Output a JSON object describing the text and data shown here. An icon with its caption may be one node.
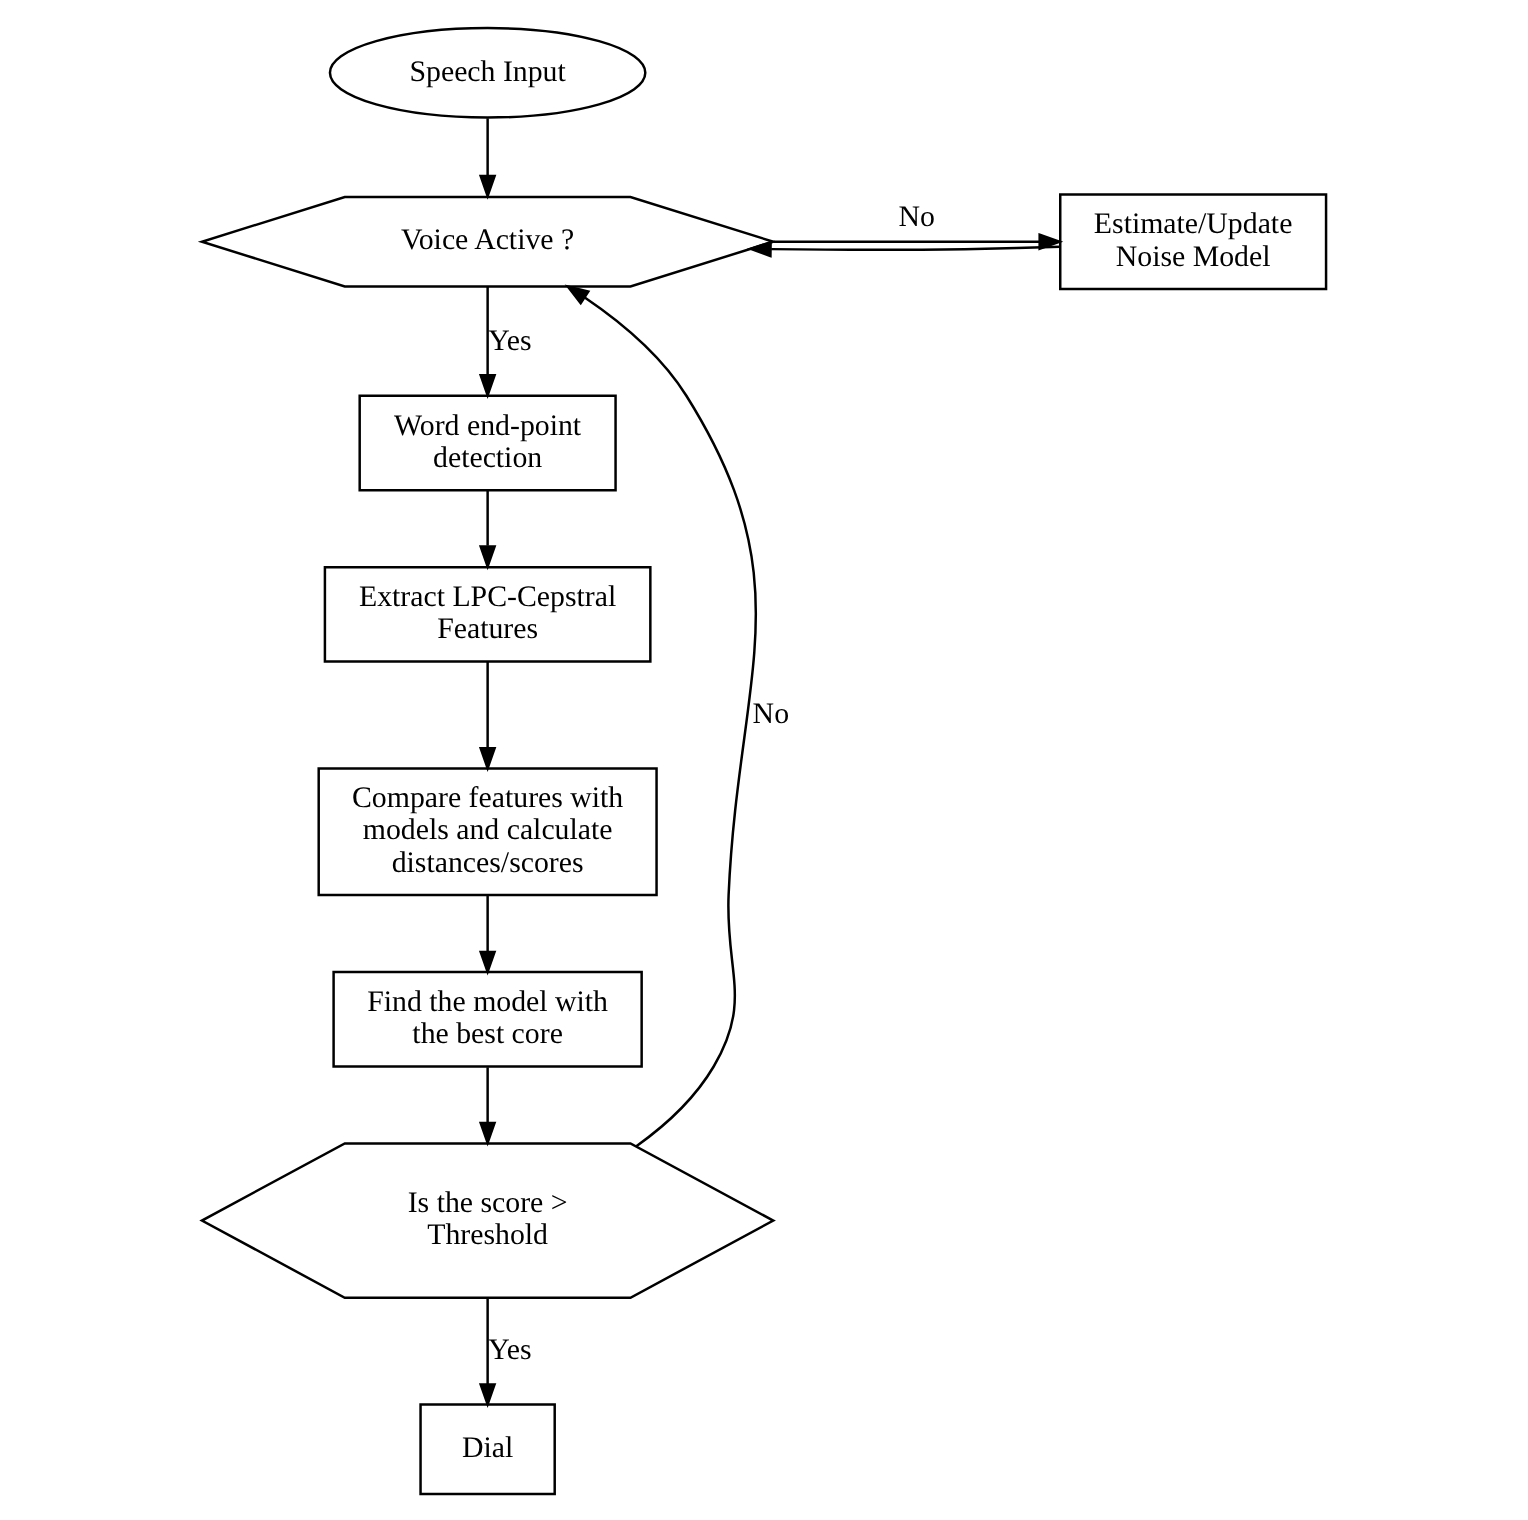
{
  "diagram": {
    "nodes": [
      {
        "text": [
          "Speech Input"
        ]
      },
      {
        "text": [
          "Voice Active ?"
        ]
      },
      {
        "text": [
          "Word end-point detection"
        ]
      },
      {
        "text": [
          "Extract LPC-Cepstral Features"
        ]
      },
      {
        "text": [
          "Compare features with models and calculate distances/scores"
        ]
      },
      {
        "text": [
          "Find the model with the best core"
        ]
      },
      {
        "text": [
          "Is the score > Threshold"
        ]
      },
      {
        "text": [
          "Dial"
        ]
      },
      {
        "text": [
          "Estimate/Update Noise Model"
        ]
      }
    ],
    "edges": [
      {
        "from": 0,
        "to": 1,
        "arrow": "to"
      },
      {
        "from": 1,
        "to": 2,
        "arrow": "to",
        "label": "Yes"
      },
      {
        "from": 2,
        "to": 3,
        "arrow": "to"
      },
      {
        "from": 3,
        "to": 4,
        "arrow": "to"
      },
      {
        "from": 4,
        "to": 5,
        "arrow": "to"
      },
      {
        "from": 5,
        "to": 6,
        "arrow": "to"
      },
      {
        "from": 6,
        "to": 7,
        "arrow": "to",
        "label": "Yes"
      },
      {
        "from": 6,
        "to": 1,
        "arrow": "to",
        "label": "No"
      },
      {
        "from": 1,
        "to": 8,
        "arrow": "to",
        "label": "No"
      },
      {
        "from": 8,
        "to": 1,
        "arrow": "to"
      }
    ]
  }
}
